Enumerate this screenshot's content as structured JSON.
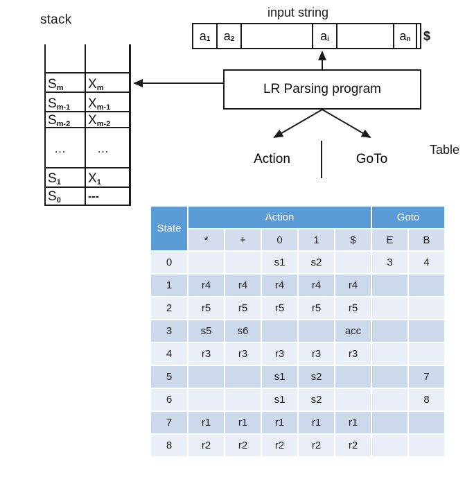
{
  "diagram": {
    "stack_label": "stack",
    "input_string_label": "input string",
    "table_label": "Table",
    "lr_program_label": "LR Parsing program",
    "action_box_label": "Action",
    "goto_box_label": "GoTo",
    "stack_rows": [
      {
        "state": "S",
        "state_sub": "m",
        "symbol": "X",
        "symbol_sub": "m"
      },
      {
        "state": "S",
        "state_sub": "m-1",
        "symbol": "X",
        "symbol_sub": "m-1"
      },
      {
        "state": "S",
        "state_sub": "m-2",
        "symbol": "X",
        "symbol_sub": "m-2"
      },
      {
        "state": "…",
        "state_sub": "",
        "symbol": "…",
        "symbol_sub": ""
      },
      {
        "state": "S",
        "state_sub": "1",
        "symbol": "X",
        "symbol_sub": "1"
      },
      {
        "state": "S",
        "state_sub": "0",
        "symbol": "---",
        "symbol_sub": ""
      }
    ],
    "input_cells": [
      {
        "text": "a",
        "sub": "1"
      },
      {
        "text": "a",
        "sub": "2"
      },
      {
        "text": "",
        "sub": ""
      },
      {
        "text": "a",
        "sub": "i"
      },
      {
        "text": "",
        "sub": ""
      },
      {
        "text": "a",
        "sub": "n"
      },
      {
        "text": "$",
        "sub": ""
      }
    ]
  },
  "parsing_table": {
    "group_headers": [
      {
        "label": "State",
        "span": 1
      },
      {
        "label": "Action",
        "span": 5
      },
      {
        "label": "Goto",
        "span": 2
      }
    ],
    "columns": [
      "*",
      "+",
      "0",
      "1",
      "$",
      "E",
      "B"
    ],
    "rows": [
      {
        "state": "0",
        "cells": [
          "",
          "",
          "s1",
          "s2",
          "",
          "3",
          "4"
        ]
      },
      {
        "state": "1",
        "cells": [
          "r4",
          "r4",
          "r4",
          "r4",
          "r4",
          "",
          ""
        ]
      },
      {
        "state": "2",
        "cells": [
          "r5",
          "r5",
          "r5",
          "r5",
          "r5",
          "",
          ""
        ]
      },
      {
        "state": "3",
        "cells": [
          "s5",
          "s6",
          "",
          "",
          "acc",
          "",
          ""
        ]
      },
      {
        "state": "4",
        "cells": [
          "r3",
          "r3",
          "r3",
          "r3",
          "r3",
          "",
          ""
        ]
      },
      {
        "state": "5",
        "cells": [
          "",
          "",
          "s1",
          "s2",
          "",
          "",
          "7"
        ]
      },
      {
        "state": "6",
        "cells": [
          "",
          "",
          "s1",
          "s2",
          "",
          "",
          "8"
        ]
      },
      {
        "state": "7",
        "cells": [
          "r1",
          "r1",
          "r1",
          "r1",
          "r1",
          "",
          ""
        ]
      },
      {
        "state": "8",
        "cells": [
          "r2",
          "r2",
          "r2",
          "r2",
          "r2",
          "",
          ""
        ]
      }
    ]
  },
  "colors": {
    "header_blue": "#5b9bd5",
    "subheader_blue": "#d3ddee",
    "row_light": "#e9eef7",
    "row_dark": "#ccd9ea",
    "line_black": "#1a1a1a"
  }
}
